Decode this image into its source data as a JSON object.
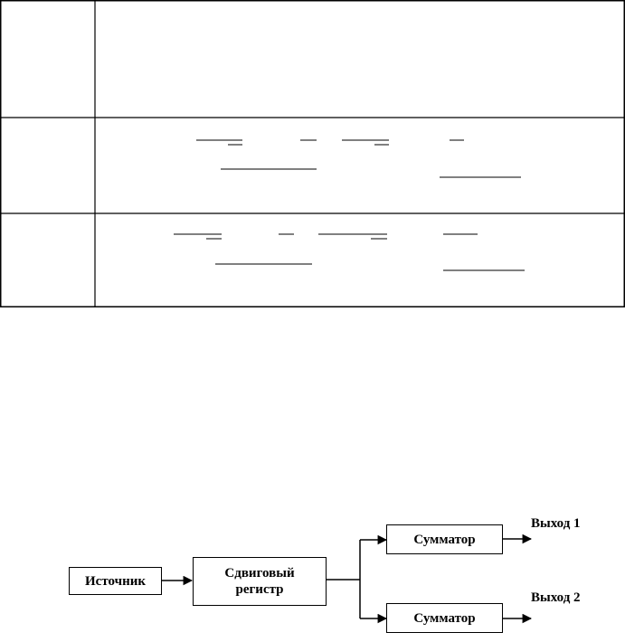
{
  "diagram": {
    "blocks": {
      "source": "Источник",
      "shift_register_line1": "Сдвиговый",
      "shift_register_line2": "регистр",
      "adder_top": "Сумматор",
      "adder_bottom": "Сумматор"
    },
    "outputs": {
      "out1": "Выход 1",
      "out2": "Выход 2"
    }
  }
}
